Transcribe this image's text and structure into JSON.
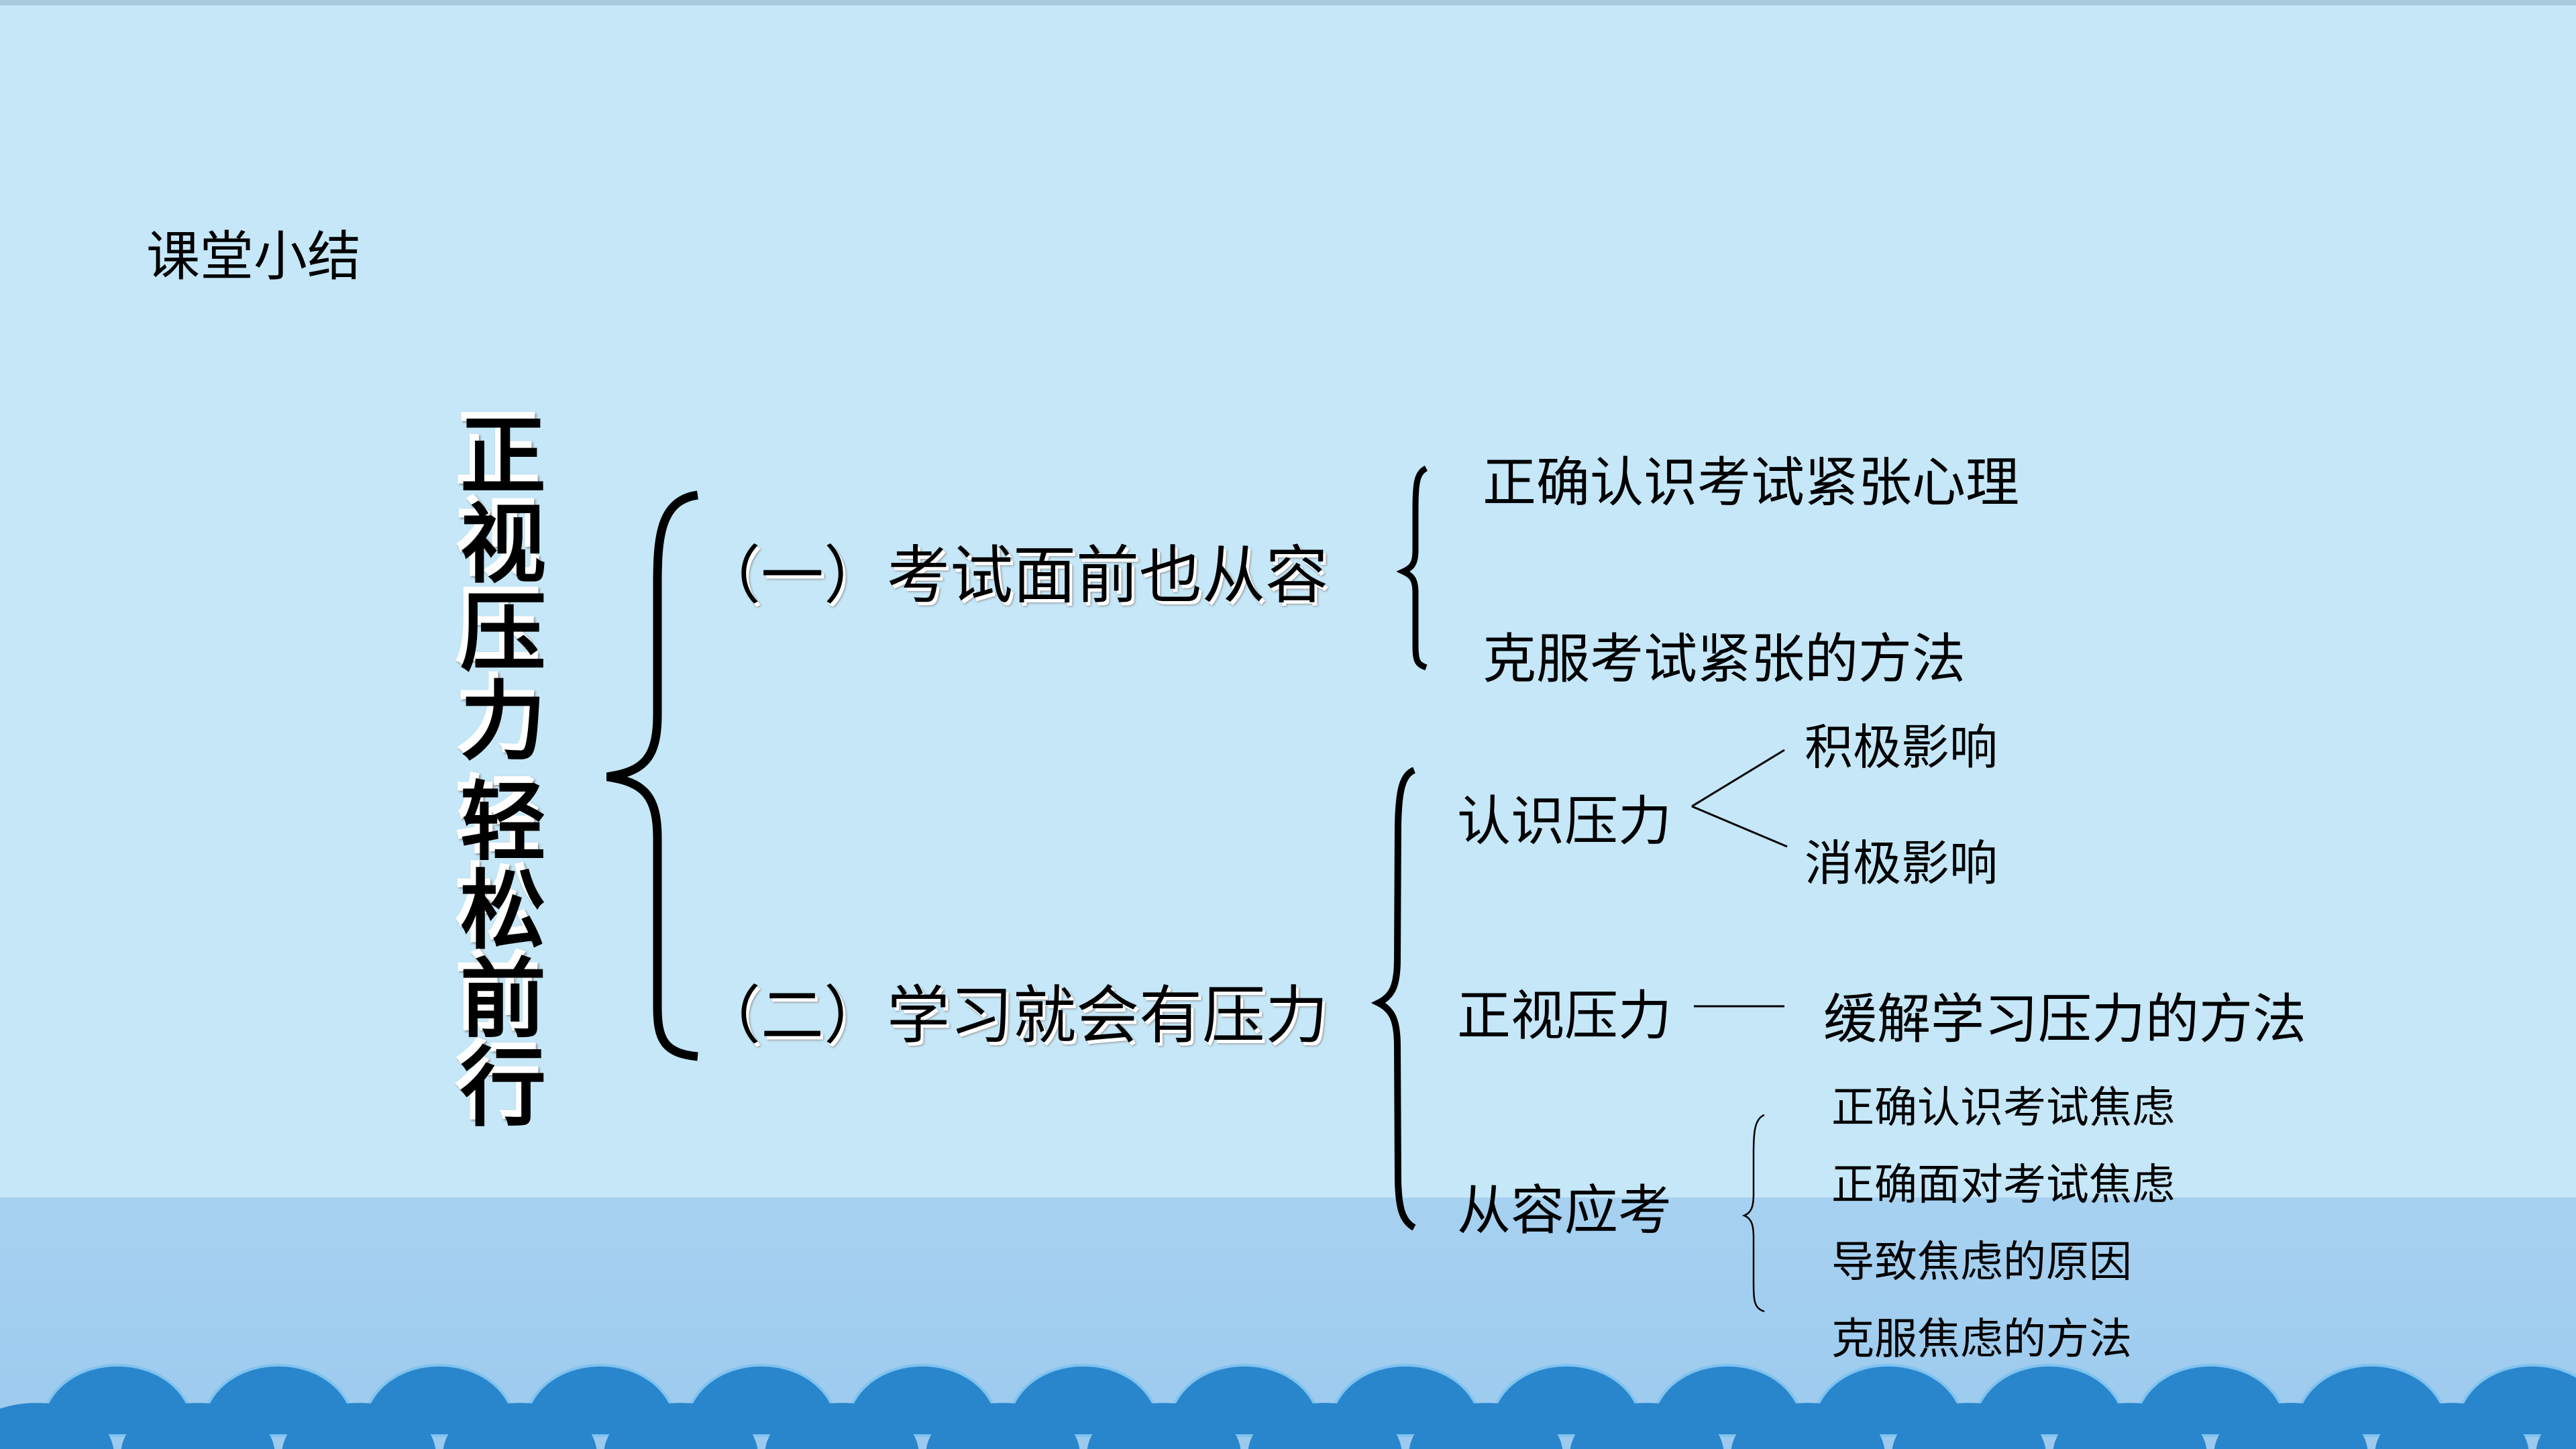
{
  "slide": {
    "section_label": "课堂小结",
    "title_vertical": [
      "正",
      "视",
      "压",
      "力",
      "",
      "轻",
      "松",
      "前",
      "行"
    ],
    "title_text": "正视压力 轻松前行",
    "branches": [
      {
        "label": "（一）考试面前也从容",
        "children": [
          {
            "label": "正确认识考试紧张心理"
          },
          {
            "label": "克服考试紧张的方法"
          }
        ]
      },
      {
        "label": "（二）学习就会有压力",
        "children": [
          {
            "label": "认识压力",
            "sub": [
              "积极影响",
              "消极影响"
            ]
          },
          {
            "label": "正视压力",
            "sub": [
              "缓解学习压力的方法"
            ]
          },
          {
            "label": "从容应考",
            "sub": [
              "正确认识考试焦虑",
              "正确面对考试焦虑",
              "导致焦虑的原因",
              "克服焦虑的方法"
            ]
          }
        ]
      }
    ]
  },
  "colors": {
    "background_light": "#c5e7f8",
    "band": "#a7d1f0",
    "wave": "#2a86cc",
    "text": "#000000"
  }
}
